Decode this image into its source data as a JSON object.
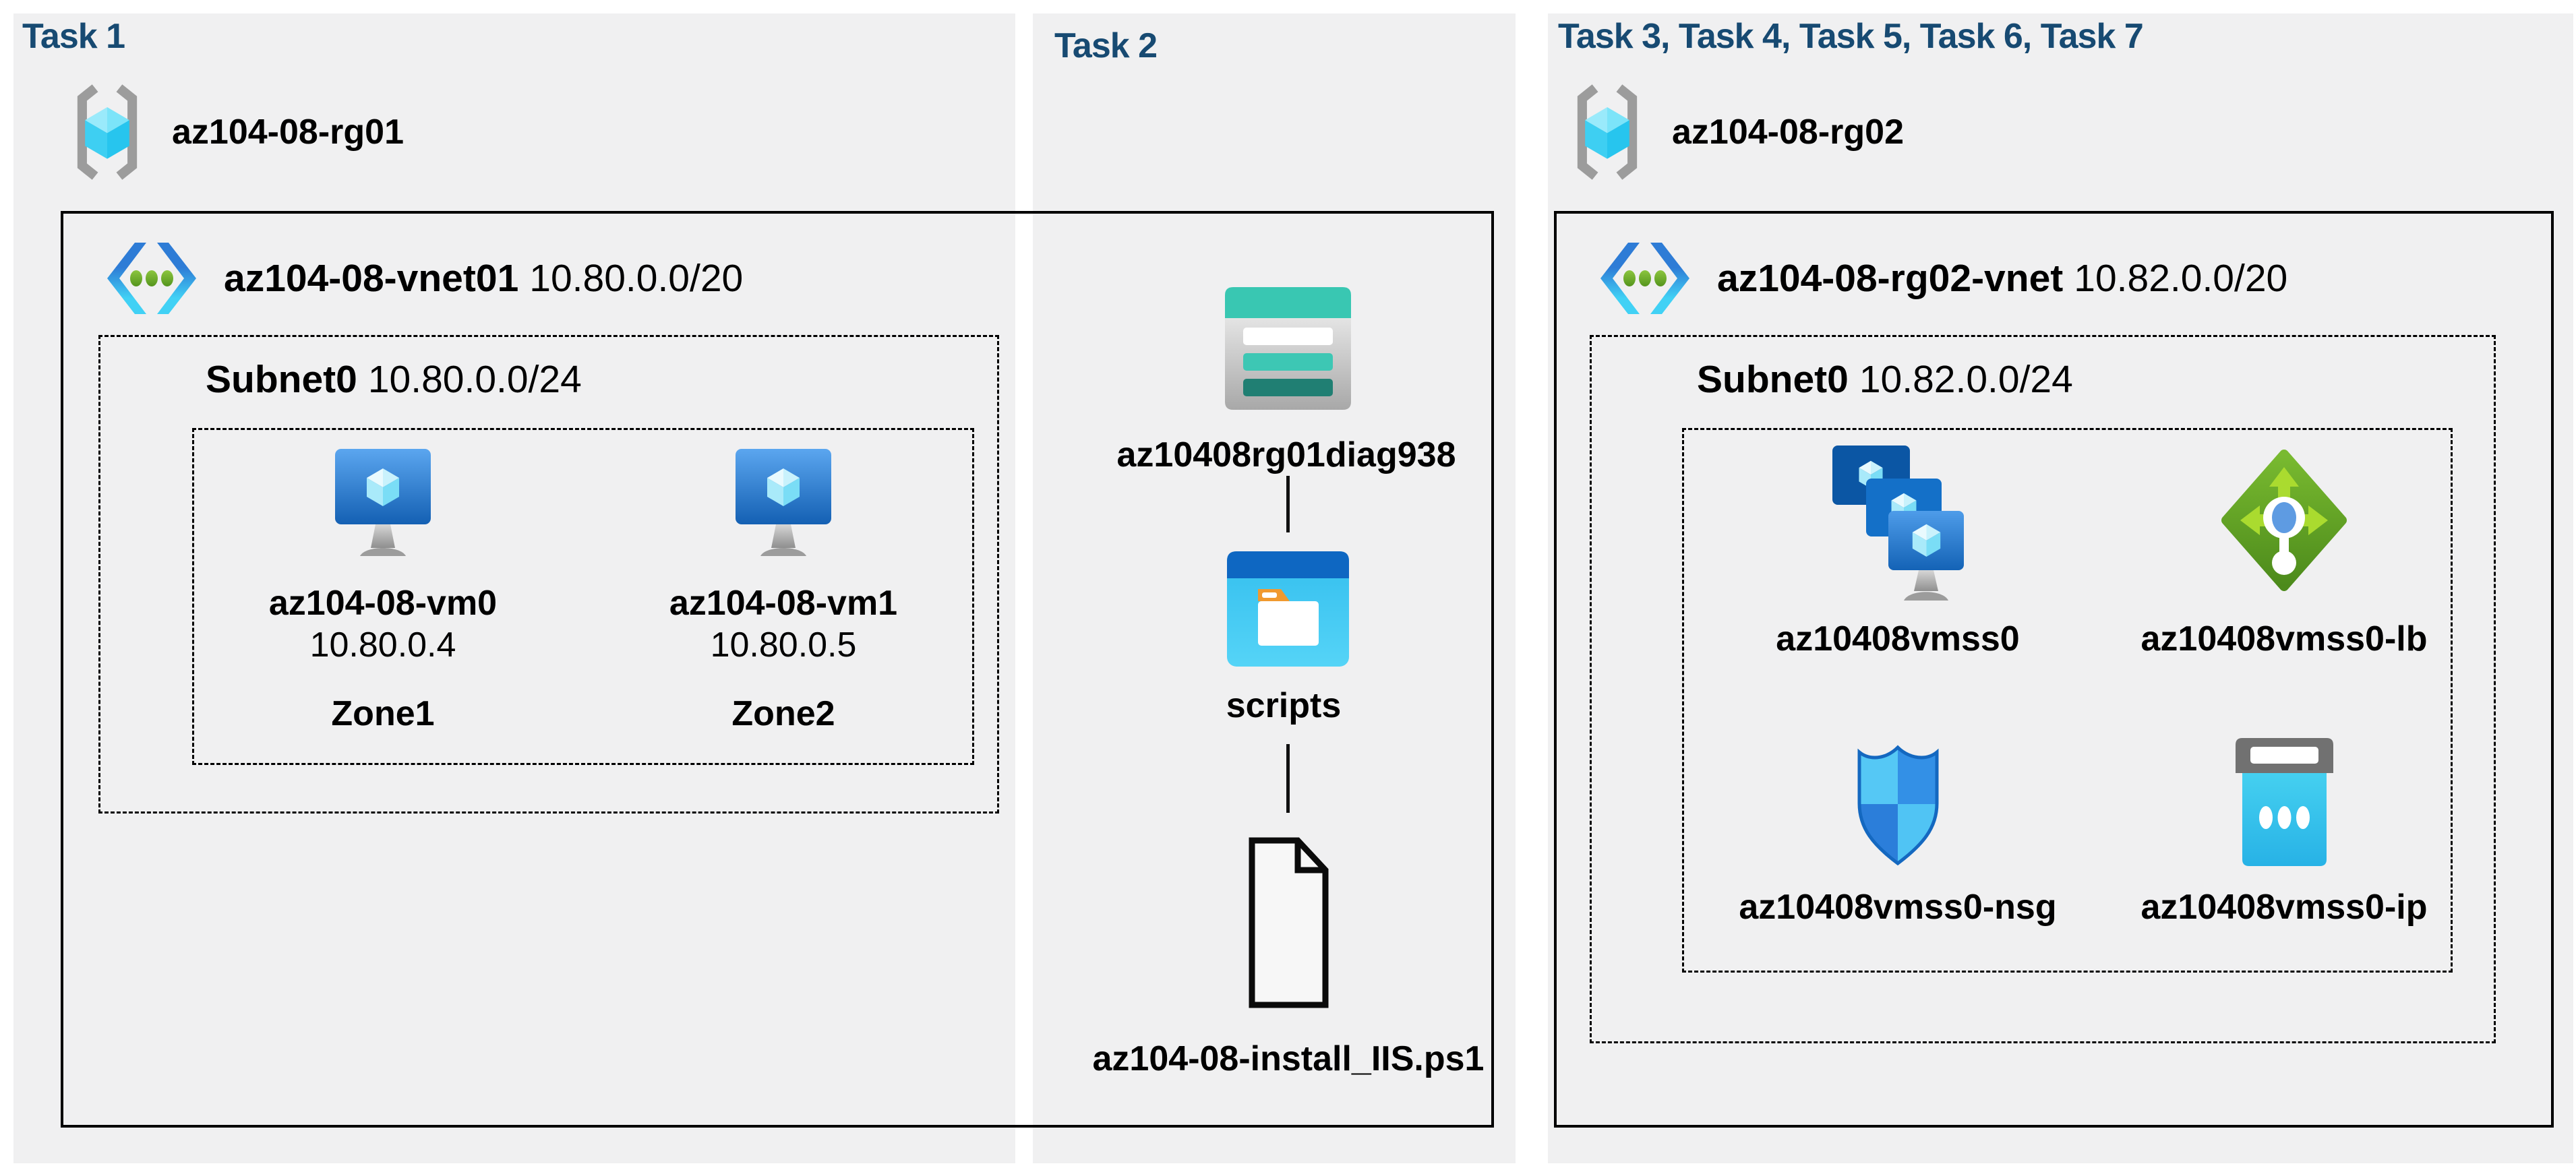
{
  "colors": {
    "panel_gray": "#F0F0F1",
    "header_navy": "#174A72",
    "label_black": "#000000",
    "vm_blue": "#1460B3",
    "vnet_cyan": "#41D1F5",
    "vnet_dot_green": "#6FAE2B",
    "lb_green": "#74B52E",
    "nsg_blue": "#3390E6",
    "ip_cyan": "#45D0F0",
    "storage_teal": "#39C7B2",
    "folder_orange": "#F0992F"
  },
  "tasks": {
    "task1": {
      "header": "Task 1",
      "resource_group": "az104-08-rg01",
      "vnet_name": "az104-08-vnet01",
      "vnet_cidr": "10.80.0.0/20",
      "subnet_name": "Subnet0",
      "subnet_cidr": "10.80.0.0/24",
      "vms": [
        {
          "name": "az104-08-vm0",
          "ip": "10.80.0.4",
          "zone": "Zone1",
          "icon": "virtual-machine-icon"
        },
        {
          "name": "az104-08-vm1",
          "ip": "10.80.0.5",
          "zone": "Zone2",
          "icon": "virtual-machine-icon"
        }
      ]
    },
    "task2": {
      "header": "Task 2",
      "storage_account": "az10408rg01diag938",
      "storage_icon": "storage-account-icon",
      "folder": "scripts",
      "folder_icon": "folder-window-icon",
      "script_file": "az104-08-install_IIS.ps1",
      "script_file_icon": "document-file-icon"
    },
    "task3": {
      "header": "Task 3, Task 4, Task 5, Task 6, Task 7",
      "resource_group": "az104-08-rg02",
      "vnet_name": "az104-08-rg02-vnet",
      "vnet_cidr": "10.82.0.0/20",
      "subnet_name": "Subnet0",
      "subnet_cidr": "10.82.0.0/24",
      "resources": [
        {
          "name": "az10408vmss0",
          "icon": "vmss-icon"
        },
        {
          "name": "az10408vmss0-lb",
          "icon": "load-balancer-icon"
        },
        {
          "name": "az10408vmss0-nsg",
          "icon": "network-security-group-icon"
        },
        {
          "name": "az10408vmss0-ip",
          "icon": "public-ip-icon"
        }
      ]
    }
  }
}
